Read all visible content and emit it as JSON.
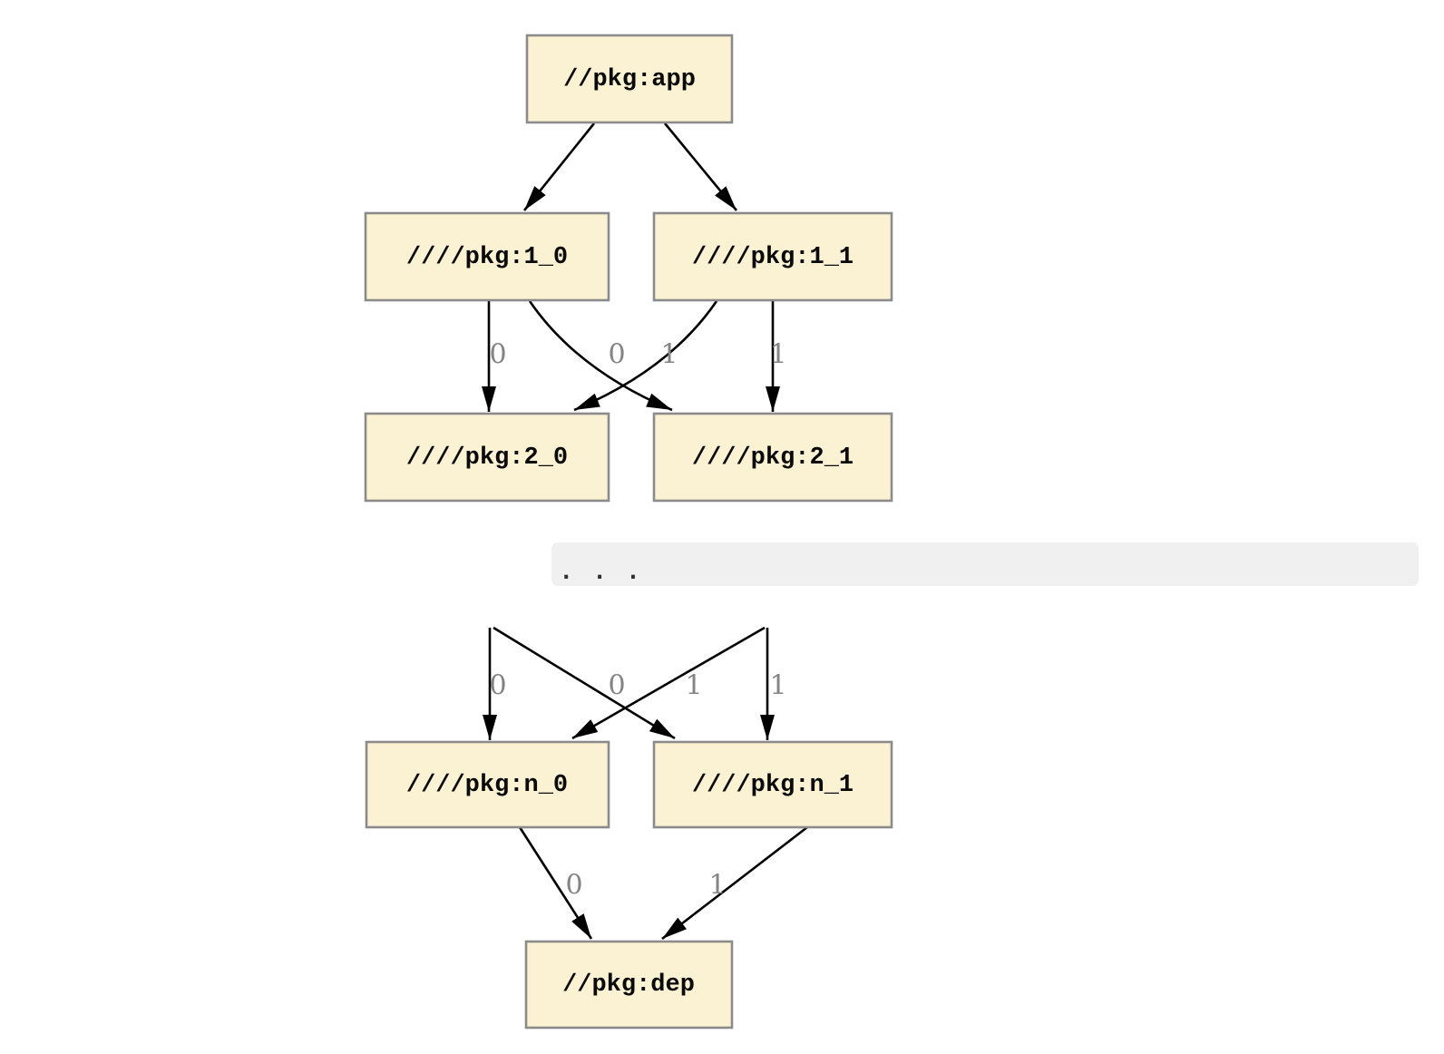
{
  "diagram": {
    "type": "dependency-graph",
    "ellipsis": ". . .",
    "colors": {
      "node_fill": "#FBF1D3",
      "node_border": "#8B8B8B",
      "edge_color": "#000000",
      "edge_label_color": "#848484",
      "band_fill": "#F0F0F0",
      "dots_color": "#2F2F2F",
      "background": "#FFFFFF"
    },
    "nodes": {
      "app": {
        "label": "//pkg:app"
      },
      "v1_0": {
        "label": "////pkg:1_0"
      },
      "v1_1": {
        "label": "////pkg:1_1"
      },
      "v2_0": {
        "label": "////pkg:2_0"
      },
      "v2_1": {
        "label": "////pkg:2_1"
      },
      "vn_0": {
        "label": "////pkg:n_0"
      },
      "vn_1": {
        "label": "////pkg:n_1"
      },
      "dep": {
        "label": "//pkg:dep"
      }
    },
    "edges": {
      "app_to_1_0": {
        "from": "//pkg:app",
        "to": "////pkg:1_0",
        "label": ""
      },
      "app_to_1_1": {
        "from": "//pkg:app",
        "to": "////pkg:1_1",
        "label": ""
      },
      "e1_0_to_2_0": {
        "from": "////pkg:1_0",
        "to": "////pkg:2_0",
        "label": "0"
      },
      "e1_0_to_2_1": {
        "from": "////pkg:1_0",
        "to": "////pkg:2_1",
        "label": "0"
      },
      "e1_1_to_2_0": {
        "from": "////pkg:1_1",
        "to": "////pkg:2_0",
        "label": "1"
      },
      "e1_1_to_2_1": {
        "from": "////pkg:1_1",
        "to": "////pkg:2_1",
        "label": "1"
      },
      "prev0_to_n_0": {
        "from": ". . .",
        "to": "////pkg:n_0",
        "label": "0"
      },
      "prev0_to_n_1": {
        "from": ". . .",
        "to": "////pkg:n_1",
        "label": "0"
      },
      "prev1_to_n_0": {
        "from": ". . .",
        "to": "////pkg:n_0",
        "label": "1"
      },
      "prev1_to_n_1": {
        "from": ". . .",
        "to": "////pkg:n_1",
        "label": "1"
      },
      "n_0_to_dep": {
        "from": "////pkg:n_0",
        "to": "//pkg:dep",
        "label": "0"
      },
      "n_1_to_dep": {
        "from": "////pkg:n_1",
        "to": "//pkg:dep",
        "label": "1"
      }
    }
  }
}
